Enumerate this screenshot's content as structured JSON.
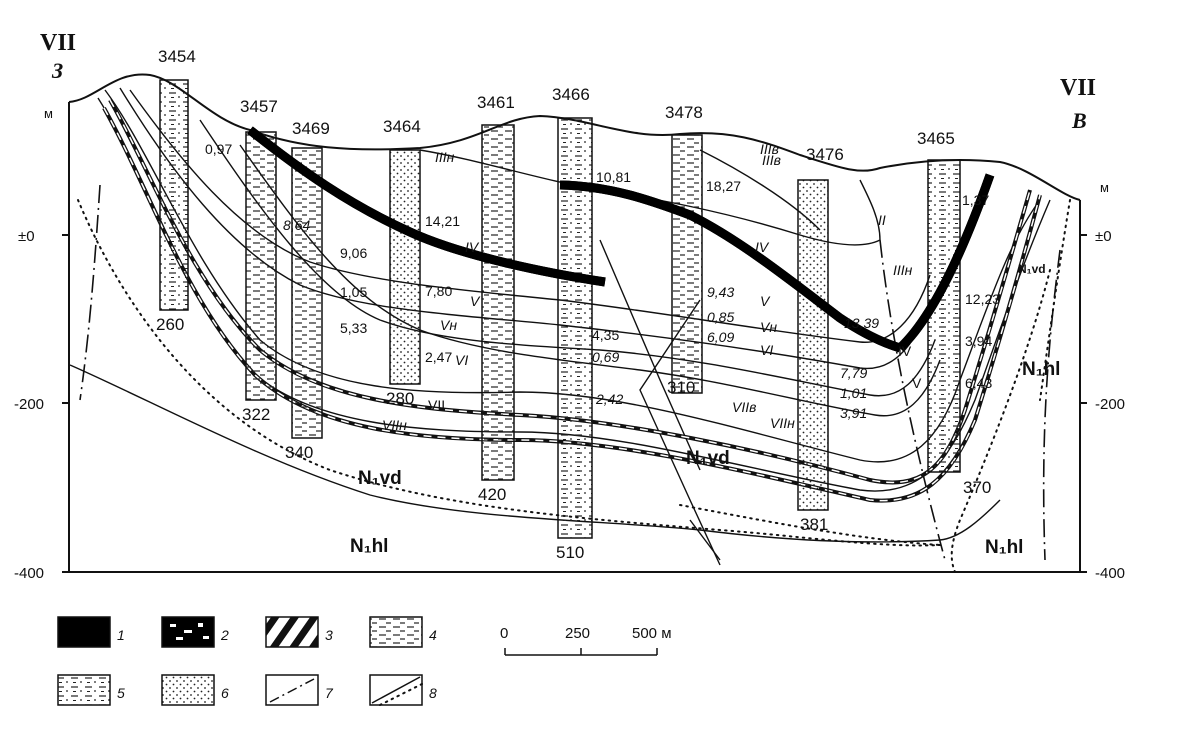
{
  "section_id": "VII",
  "west_label": "З",
  "east_label": "В",
  "depth_unit": "м",
  "depth_ticks": [
    "±0",
    "-200",
    "-400"
  ],
  "wells": [
    {
      "number": "3454",
      "depth": "260"
    },
    {
      "number": "3457",
      "depth": "322"
    },
    {
      "number": "3469",
      "depth": "340"
    },
    {
      "number": "3464",
      "depth": "280"
    },
    {
      "number": "3461",
      "depth": "420"
    },
    {
      "number": "3466",
      "depth": "510"
    },
    {
      "number": "3478",
      "depth": "310"
    },
    {
      "number": "3476",
      "depth": "381"
    },
    {
      "number": "3465",
      "depth": "370"
    }
  ],
  "thickness_values": [
    "0,97",
    "8,64",
    "9,06",
    "1,05",
    "5,33",
    "14,21",
    "7,80",
    "2,47",
    "10,81",
    "4,35",
    "0,69",
    "2,42",
    "18,27",
    "9,43",
    "0,85",
    "6,09",
    "13,39",
    "7,79",
    "1,01",
    "3,91",
    "1,37",
    "12,23",
    "3,94",
    "6,43"
  ],
  "seam_labels": [
    "IIIн",
    "IV",
    "V",
    "Vн",
    "VI",
    "VII",
    "VIIн",
    "IIIв",
    "IV",
    "V",
    "Vн",
    "VI",
    "VIIв",
    "VIIн",
    "IIIв",
    "II",
    "IIIн",
    "IV",
    "V"
  ],
  "formations": [
    "N₁vd",
    "N₁vd",
    "N₁vd",
    "N₁hl",
    "N₁hl",
    "N₁hl"
  ],
  "scale_bar": {
    "labels": [
      "0",
      "250",
      "500 м"
    ]
  },
  "legend": [
    "1",
    "2",
    "3",
    "4",
    "5",
    "6",
    "7",
    "8"
  ]
}
